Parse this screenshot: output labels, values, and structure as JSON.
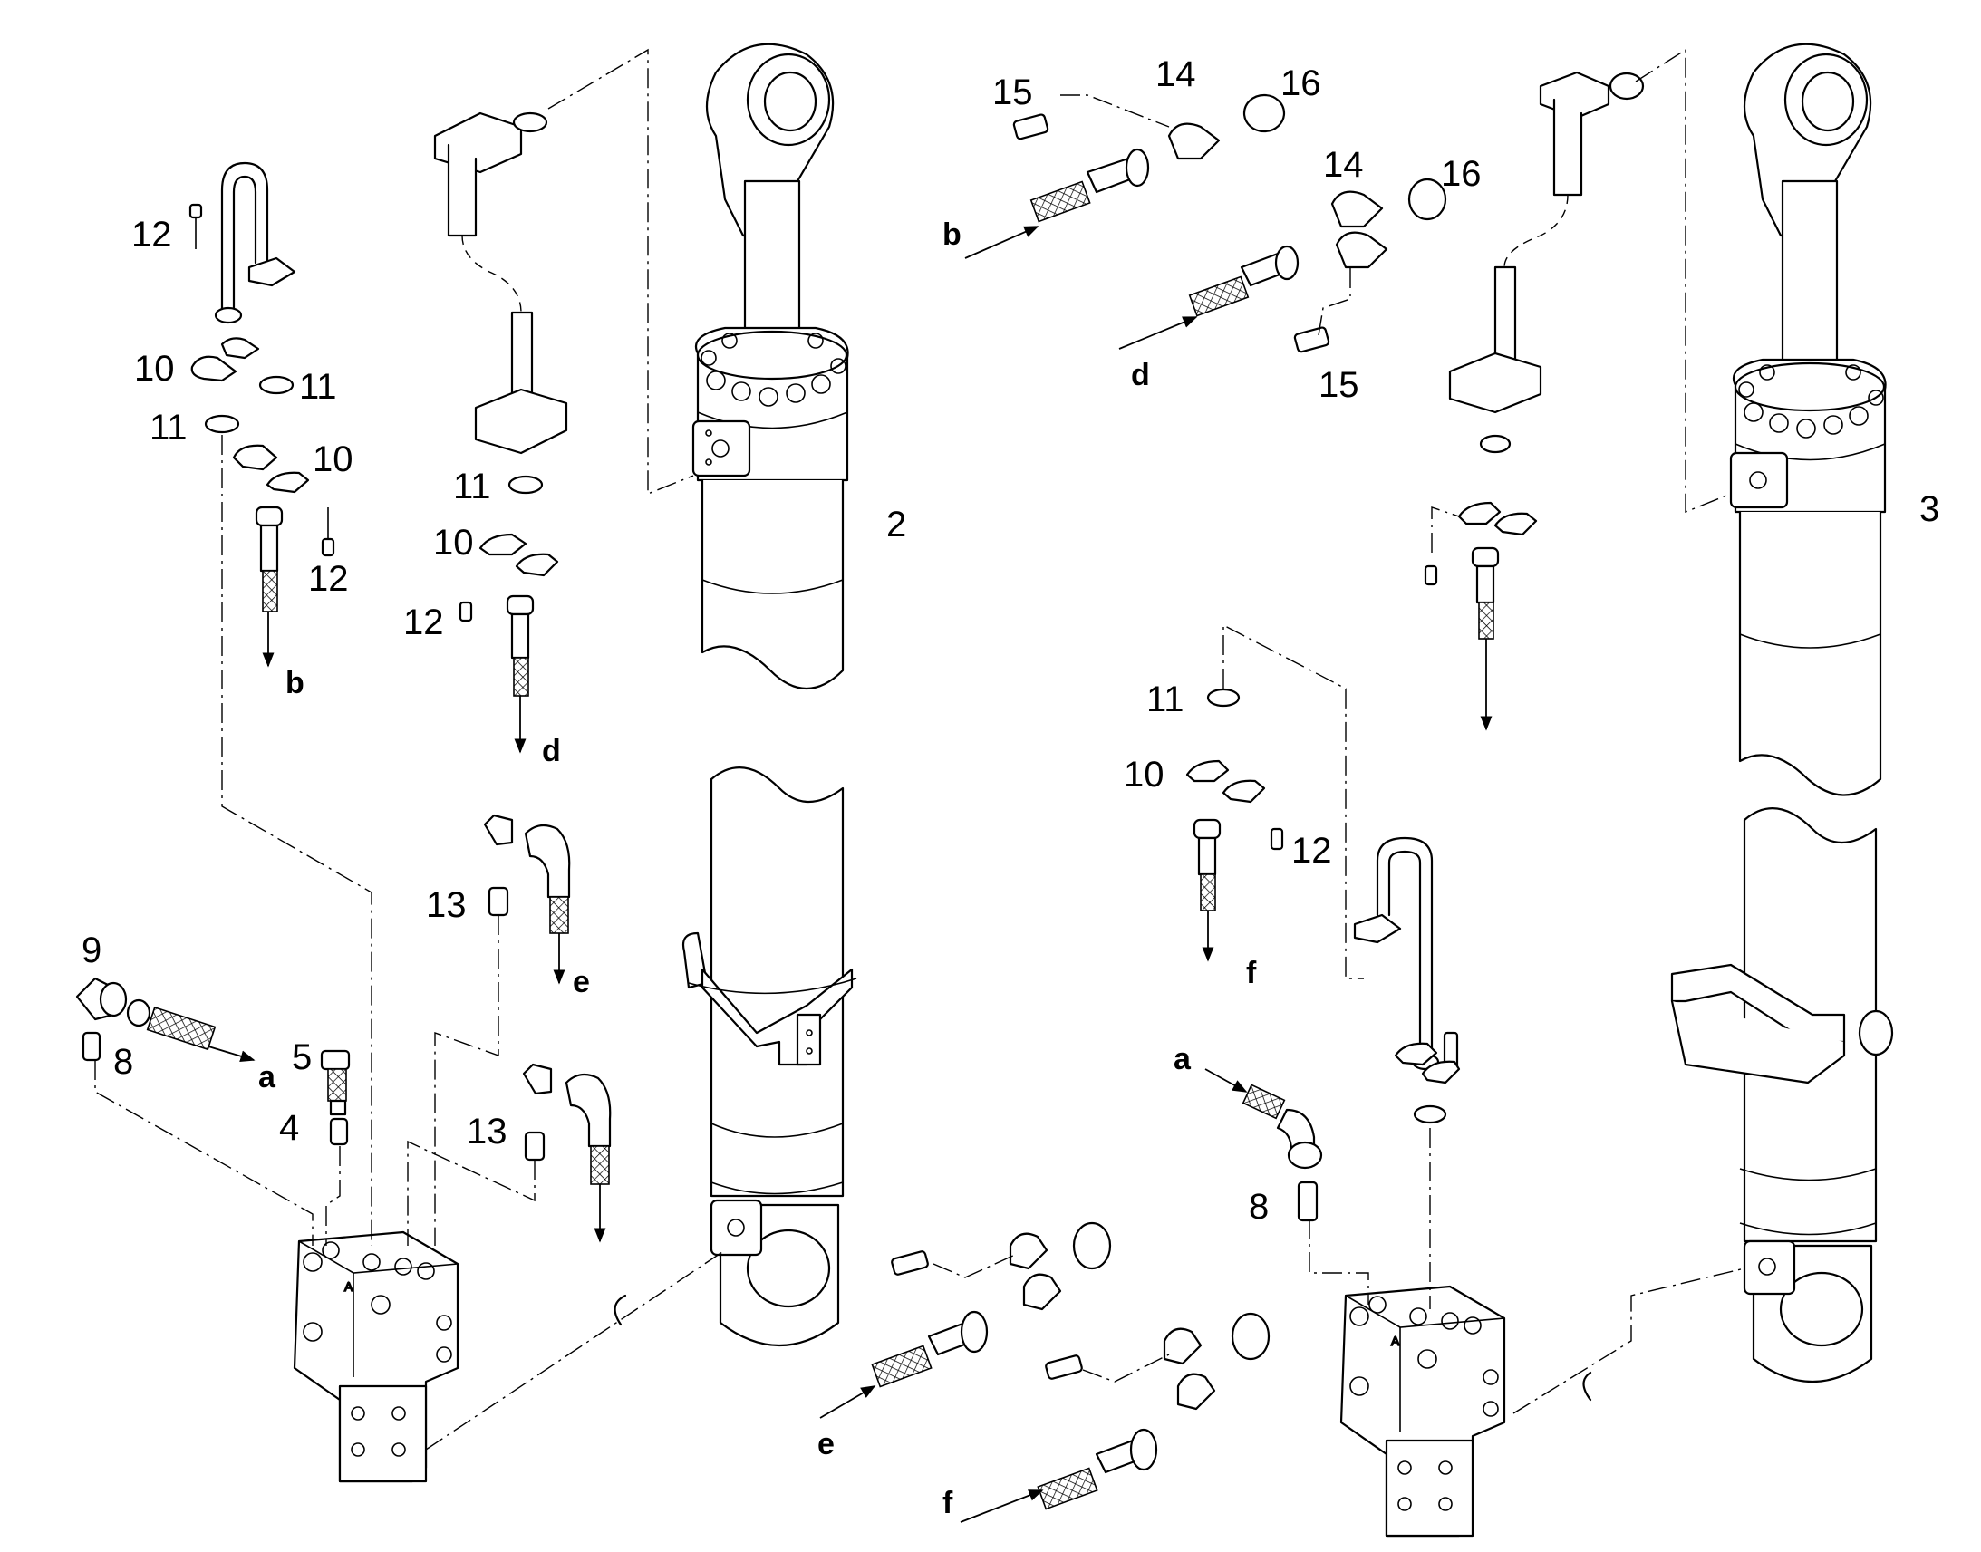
{
  "diagram": {
    "callouts": {
      "c2": "2",
      "c3": "3",
      "c4": "4",
      "c5": "5",
      "c8a": "8",
      "c8b": "8",
      "c9": "9",
      "c10a": "10",
      "c10b": "10",
      "c10c": "10",
      "c10d": "10",
      "c11a": "11",
      "c11b": "11",
      "c11c": "11",
      "c11d": "11",
      "c12a": "12",
      "c12b": "12",
      "c12c": "12",
      "c12d": "12",
      "c13a": "13",
      "c13b": "13",
      "c14a": "14",
      "c14b": "14",
      "c15a": "15",
      "c15b": "15",
      "c16a": "16",
      "c16b": "16"
    },
    "connections": {
      "a1": "a",
      "a2": "a",
      "b1": "b",
      "b2": "b",
      "d1": "d",
      "d2": "d",
      "e1": "e",
      "e2": "e",
      "f1": "f",
      "f2": "f"
    },
    "valve_block_mark": "A"
  }
}
